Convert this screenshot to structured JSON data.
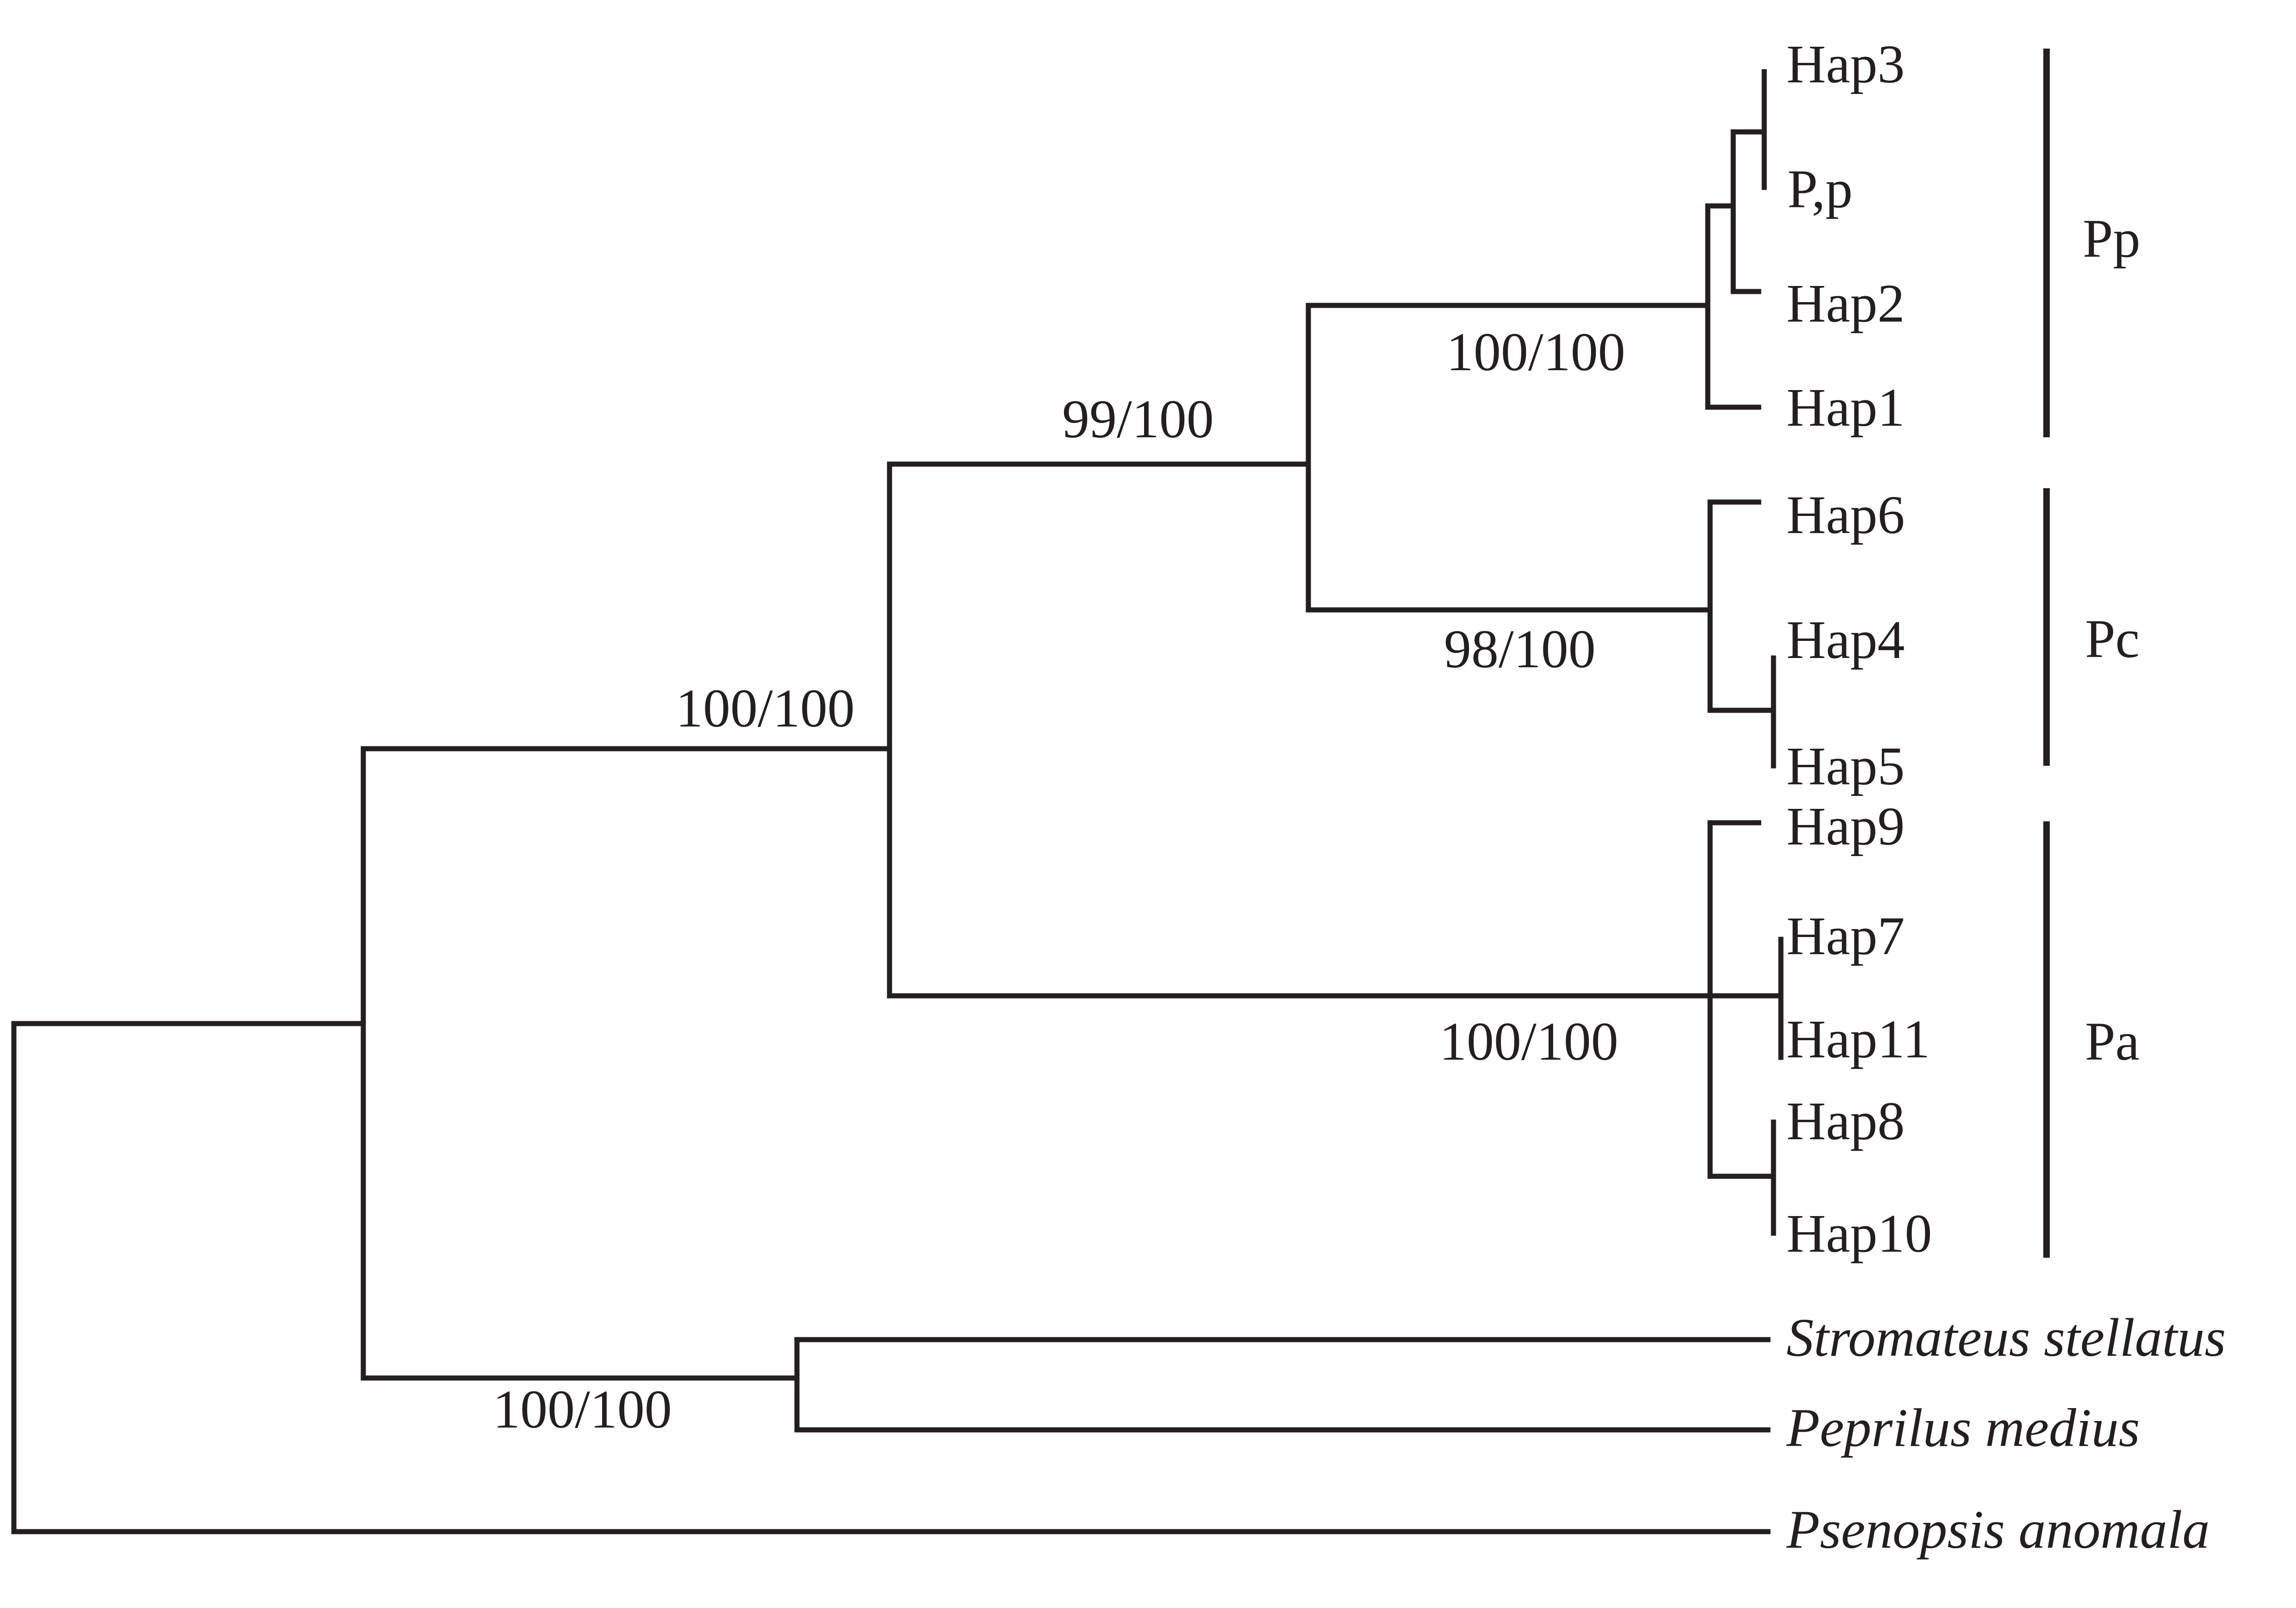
{
  "tree": {
    "taxa": {
      "hap3": "Hap3",
      "pp_taxon": "P,p",
      "hap2": "Hap2",
      "hap1": "Hap1",
      "hap6": "Hap6",
      "hap4": "Hap4",
      "hap5": "Hap5",
      "hap9": "Hap9",
      "hap7": "Hap7",
      "hap11": "Hap11",
      "hap8": "Hap8",
      "hap10": "Hap10",
      "stromateus": "Stromateus stellatus",
      "peprilus": "Peprilus medius",
      "psenopsis": "Psenopsis anomala"
    },
    "support": {
      "pp_clade": "100/100",
      "pp_pc_clade": "99/100",
      "pc_clade": "98/100",
      "pampus_clade": "100/100",
      "pa_clade": "100/100",
      "outgroup_clade": "100/100"
    },
    "groups": {
      "pp": "Pp",
      "pc": "Pc",
      "pa": "Pa"
    },
    "line_color": "#231f20"
  }
}
